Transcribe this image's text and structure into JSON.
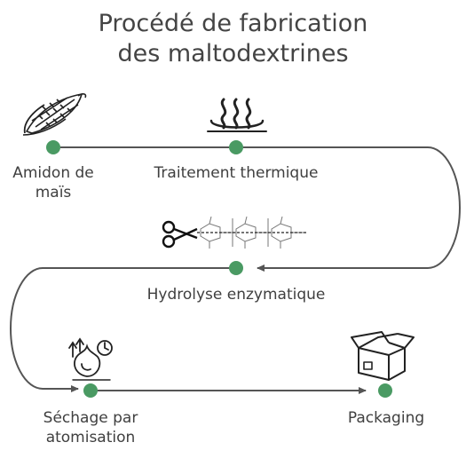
{
  "title": {
    "line1": "Procédé de fabrication",
    "line2": "des maltodextrines"
  },
  "steps": [
    {
      "label_lines": [
        "Amidon de",
        "maïs"
      ],
      "icon": "corn-icon"
    },
    {
      "label_lines": [
        "Traitement thermique"
      ],
      "icon": "heat-steam-icon"
    },
    {
      "label_lines": [
        "Hydrolyse enzymatique"
      ],
      "icon": "scissors-molecule-icon"
    },
    {
      "label_lines": [
        "Séchage par",
        "atomisation"
      ],
      "icon": "spray-drying-icon"
    },
    {
      "label_lines": [
        "Packaging"
      ],
      "icon": "open-box-icon"
    }
  ],
  "colors": {
    "node": "#4a9a63",
    "line": "#555555",
    "text": "#3f3f3f"
  }
}
